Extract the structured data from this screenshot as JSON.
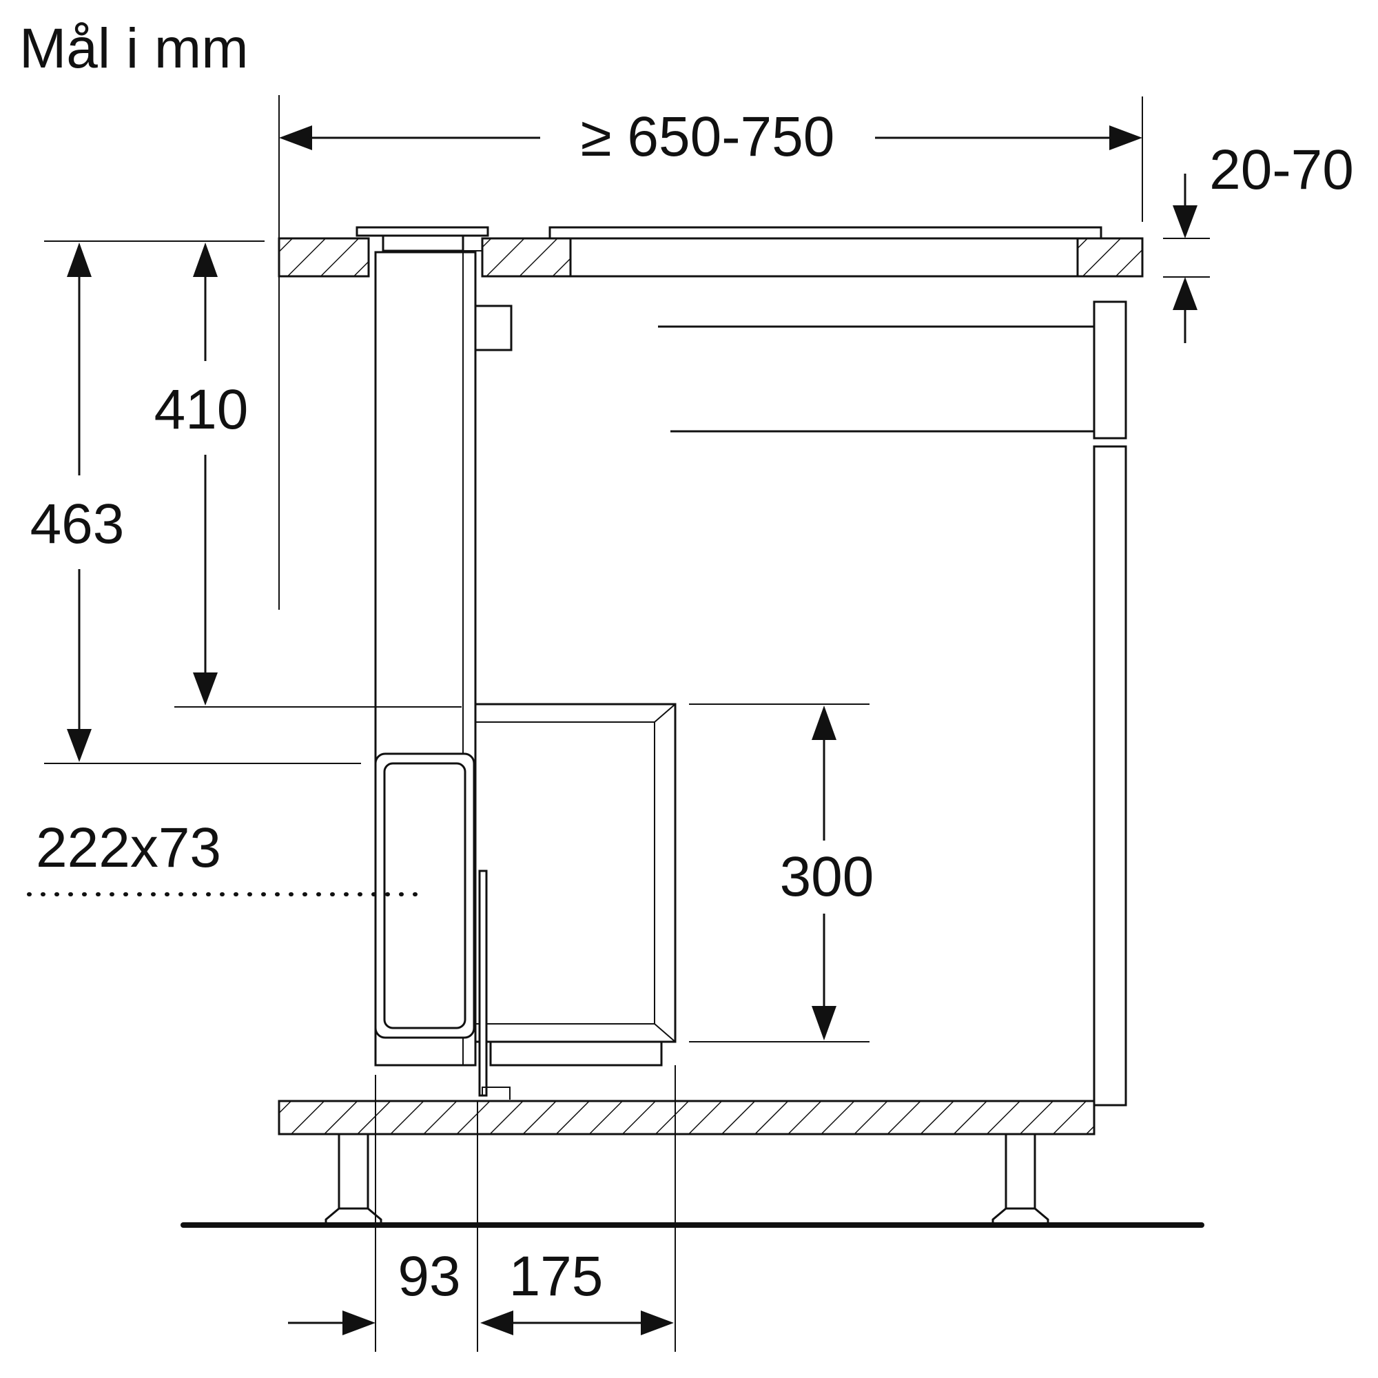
{
  "title": "Mål i mm",
  "dimensions": {
    "depth": "≥ 650-750",
    "worktop": "20-70",
    "height_outer": "463",
    "height_inner": "410",
    "duct": "222x73",
    "module_height": "300",
    "offset_left": "93",
    "offset_right": "175"
  }
}
